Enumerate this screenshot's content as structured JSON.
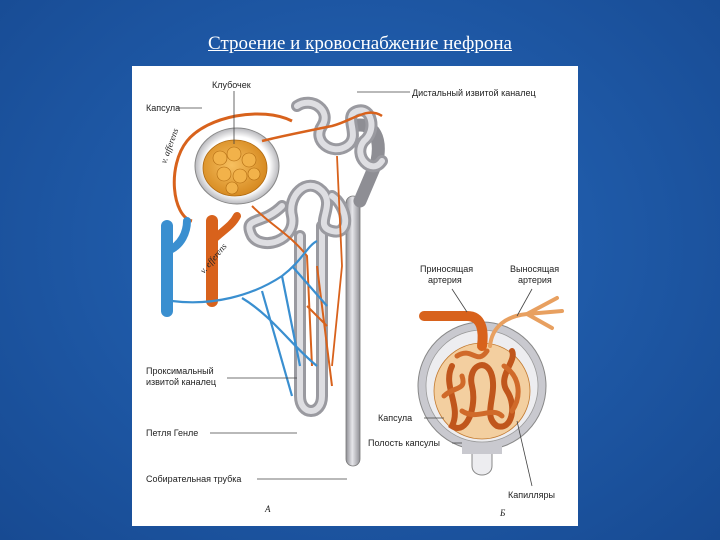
{
  "slide": {
    "title": "Строение и кровоснабжение нефрона"
  },
  "diagram_a": {
    "labels": {
      "glomerulus": "Клубочек",
      "capsule": "Капсула",
      "distal_tubule": "Дистальный извитой каналец",
      "afferent": "v. afferens",
      "efferent": "v. efferens",
      "proximal_tubule_line1": "Проксимальный",
      "proximal_tubule_line2": "извитой каналец",
      "henle_loop": "Петля Генле",
      "collecting_duct": "Собирательная трубка",
      "figure_letter": "А"
    }
  },
  "diagram_b": {
    "labels": {
      "afferent_line1": "Приносящая",
      "afferent_line2": "артерия",
      "efferent_line1": "Выносящая",
      "efferent_line2": "артерия",
      "capsule": "Капсула",
      "capsule_cavity": "Полость капсулы",
      "capillaries": "Капилляры",
      "figure_letter": "Б"
    }
  },
  "colors": {
    "background": "#1f5aa8",
    "tubule": "#b9b9bd",
    "artery": "#d8621c",
    "vein": "#3a8fd0",
    "glomerulus": "#e8a030"
  }
}
